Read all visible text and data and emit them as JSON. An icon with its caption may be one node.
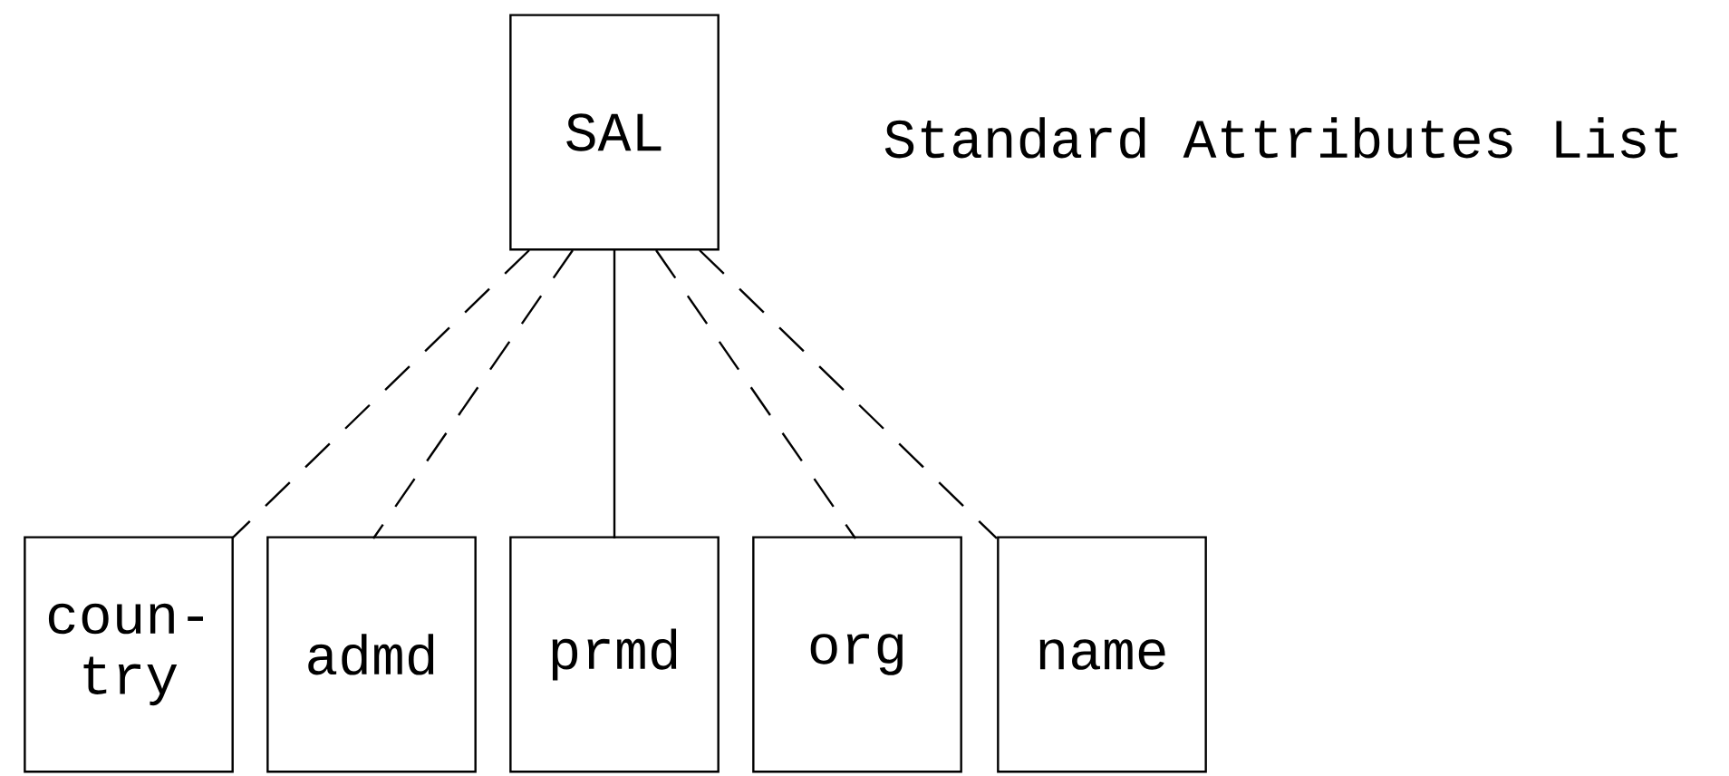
{
  "diagram": {
    "nodes": [
      {
        "text": [
          "SAL"
        ],
        "beside": [
          "Standard Attributes List"
        ]
      },
      {
        "text": [
          "coun- try"
        ]
      },
      {
        "text": [
          "admd"
        ]
      },
      {
        "text": [
          "prmd"
        ]
      },
      {
        "text": [
          "org"
        ]
      },
      {
        "text": [
          "name"
        ]
      }
    ],
    "edges": [
      {
        "from": 0,
        "to": 1,
        "arrow": "none",
        "style": "dashed"
      },
      {
        "from": 0,
        "to": 2,
        "arrow": "none",
        "style": "dashed"
      },
      {
        "from": 0,
        "to": 3,
        "arrow": "none"
      },
      {
        "from": 0,
        "to": 4,
        "arrow": "none",
        "style": "dashed"
      },
      {
        "from": 0,
        "to": 5,
        "arrow": "none",
        "style": "dashed"
      }
    ]
  }
}
